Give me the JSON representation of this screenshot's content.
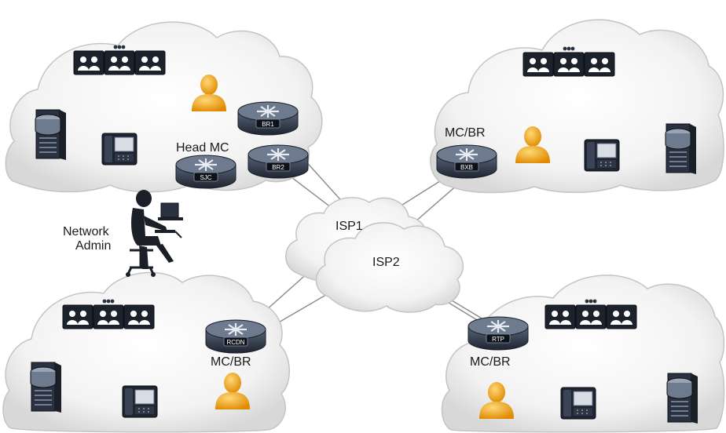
{
  "labels": {
    "head_mc": "Head MC",
    "network_admin_line1": "Network",
    "network_admin_line2": "Admin",
    "isp1": "ISP1",
    "isp2": "ISP2",
    "mc_br_topright": "MC/BR",
    "mc_br_bottomleft": "MC/BR",
    "mc_br_bottomright": "MC/BR"
  },
  "routers": {
    "br1": "BR1",
    "br2": "BR2",
    "sjc": "SJC",
    "bxb": "BXB",
    "rcdn": "RCDN",
    "rtp": "RTP"
  },
  "colors": {
    "cloud_fill": "#f0f0f0",
    "cloud_stroke": "#c8c8c8",
    "router_body": "#2a3140",
    "person": "#f0a818",
    "link": "#7a7a7a"
  }
}
